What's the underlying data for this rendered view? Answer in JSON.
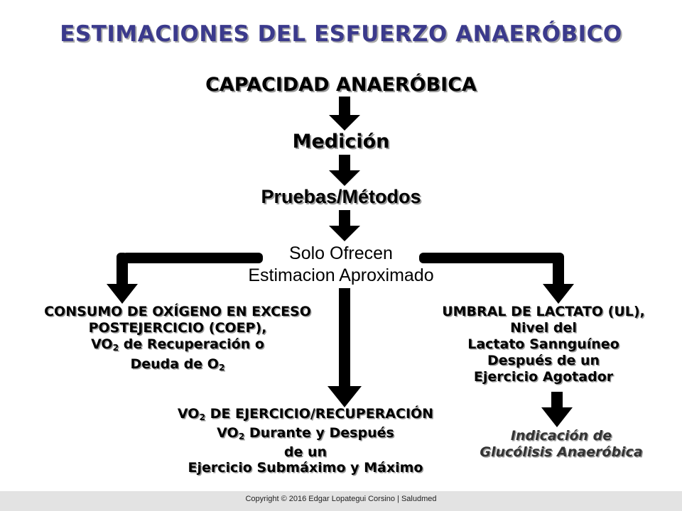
{
  "title": "ESTIMACIONES DEL ESFUERZO ANAERÓBICO",
  "level1": "CAPACIDAD ANAERÓBICA",
  "level2": "Medición",
  "level3": "Pruebas/Métodos",
  "level4": {
    "line1": "Solo Ofrecen",
    "line2": "Estimacion Aproximado"
  },
  "left_branch": {
    "line1": "CONSUMO DE OXÍGENO EN EXCESO",
    "line2": "POSTEJERCICIO (COEP),",
    "line3_a": "VO",
    "line3_sub": "2",
    "line3_b": " de Recuperación o",
    "line4_a": "Deuda de O",
    "line4_sub": "2"
  },
  "center_branch": {
    "line1_a": "VO",
    "line1_sub": "2",
    "line1_b": " DE EJERCICIO/RECUPERACIÓN",
    "line2_a": "VO",
    "line2_sub": "2",
    "line2_b": " Durante y Después",
    "line3": "de un",
    "line4": "Ejercicio Submáximo y Máximo"
  },
  "right_branch": {
    "line1": "UMBRAL DE LACTATO (UL),",
    "line2": "Nivel del",
    "line3": "Lactato Sannguíneo",
    "line4": "Después de un",
    "line5": "Ejercicio Agotador"
  },
  "right_result": {
    "line1": "Indicación de",
    "line2": "Glucólisis Anaeróbica"
  },
  "footer": {
    "copyright": "Copyright © 2016 Edgar Lopategui Corsino | Saludmed"
  },
  "colors": {
    "title": "#3b3a8c",
    "arrow": "#000000",
    "footer_bg": "#e3e3e3"
  }
}
